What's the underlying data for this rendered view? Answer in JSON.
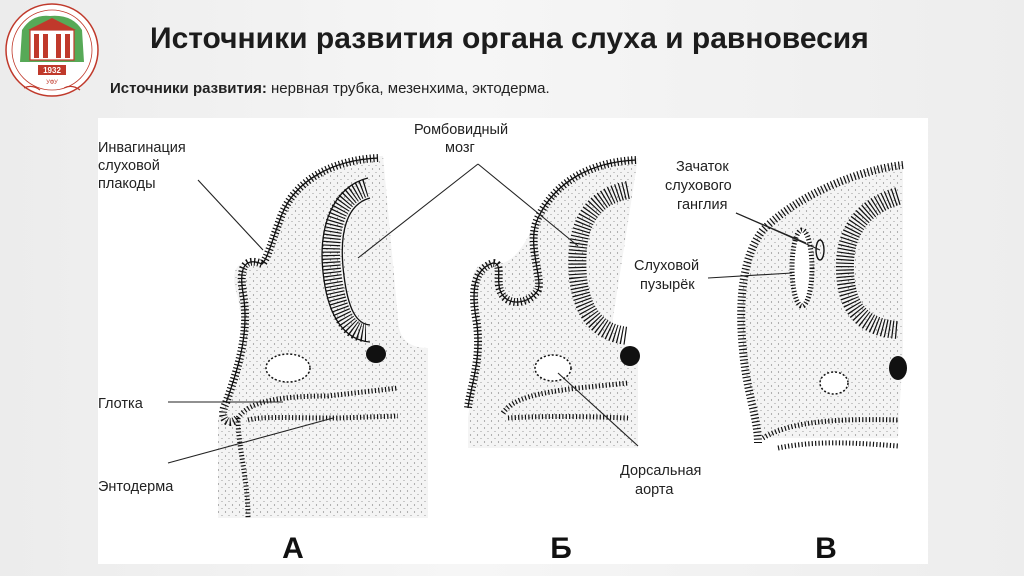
{
  "logo": {
    "year": "1932",
    "abbr": "УФУ"
  },
  "slide": {
    "title": "Источники развития органа слуха и равновесия",
    "subtitle_label": "Источники развития:",
    "subtitle_text": " нервная трубка, мезенхима, эктодерма."
  },
  "figure": {
    "labels": {
      "invagination_1": "Инвагинация",
      "invagination_2": "слуховой",
      "invagination_3": "плакоды",
      "rhombencephalon_1": "Ромбовидный",
      "rhombencephalon_2": "мозг",
      "pharynx": "Глотка",
      "endoderm": "Энтодерма",
      "ganglion_1": "Зачаток",
      "ganglion_2": "слухового",
      "ganglion_3": "ганглия",
      "vesicle_1": "Слуховой",
      "vesicle_2": "пузырёк",
      "aorta_1": "Дорсальная",
      "aorta_2": "аорта"
    },
    "panels": [
      "А",
      "Б",
      "В"
    ]
  }
}
